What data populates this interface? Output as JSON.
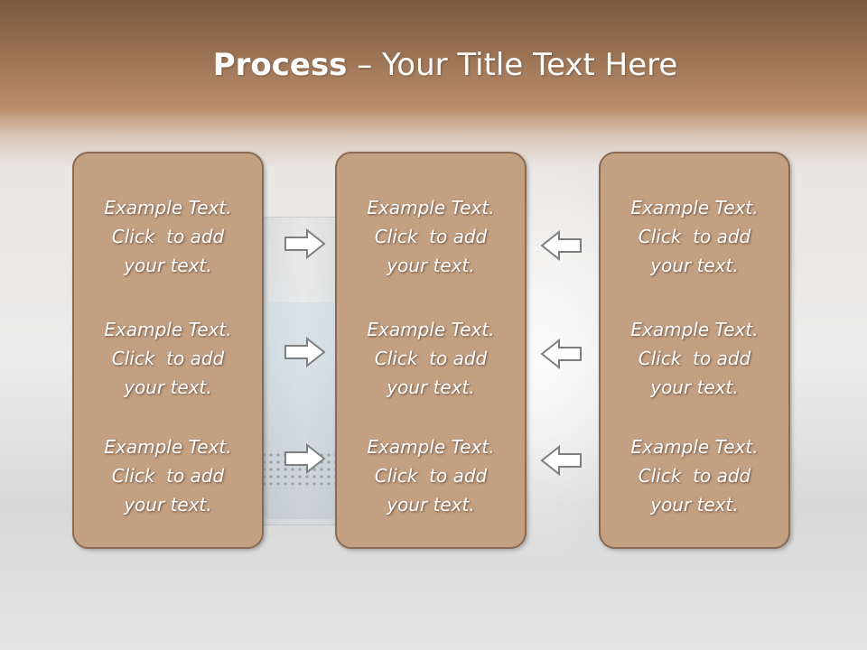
{
  "slide": {
    "title_bold": "Process",
    "title_rest": " – Your Title Text Here"
  },
  "columns": [
    {
      "items": [
        [
          "Example Text.",
          "Click  to add",
          "your text."
        ],
        [
          "Example Text.",
          "Click  to add",
          "your text."
        ],
        [
          "Example Text.",
          "Click  to add",
          "your text."
        ]
      ]
    },
    {
      "items": [
        [
          "Example Text.",
          "Click  to add",
          "your text."
        ],
        [
          "Example Text.",
          "Click  to add",
          "your text."
        ],
        [
          "Example Text.",
          "Click  to add",
          "your text."
        ]
      ]
    },
    {
      "items": [
        [
          "Example Text.",
          "Click  to add",
          "your text."
        ],
        [
          "Example Text.",
          "Click  to add",
          "your text."
        ],
        [
          "Example Text.",
          "Click  to add",
          "your text."
        ]
      ]
    }
  ],
  "arrows": {
    "left_group": "right-arrow-icon",
    "right_group": "left-arrow-icon"
  },
  "colors": {
    "box_fill": "#c4a082",
    "box_border": "#8a6a52",
    "header": "#9a7254"
  }
}
